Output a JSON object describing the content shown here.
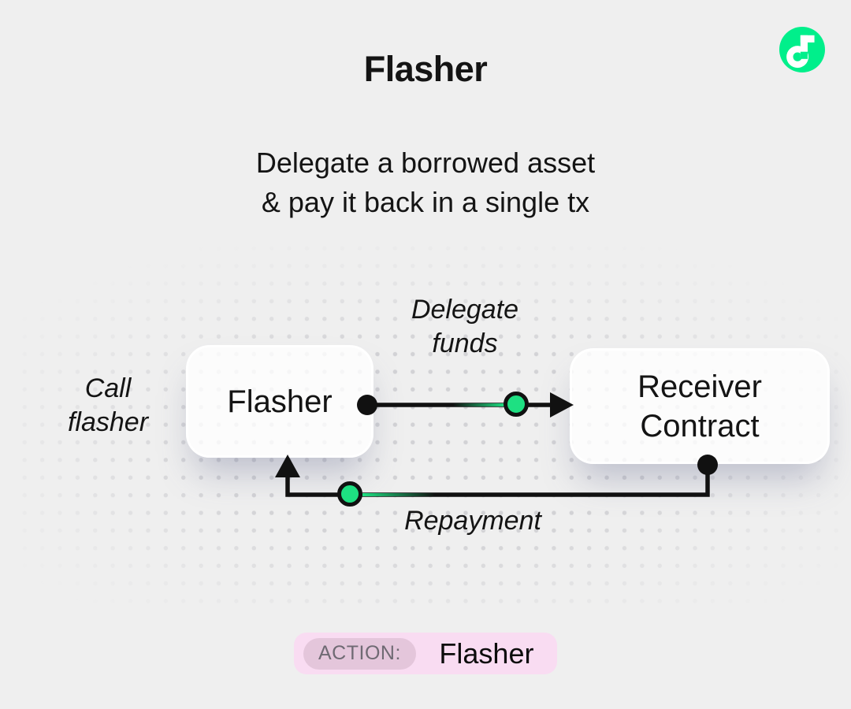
{
  "colors": {
    "background": "#EFEFEF",
    "flow_green": "#00EF8B",
    "marker_green": "#1EE082",
    "line_black": "#111111",
    "badge_bg": "#F9DCF2",
    "badge_label_bg": "#E4C6DB",
    "badge_label_text": "#6F6A73"
  },
  "header": {
    "title": "Flasher",
    "subtitle_line1": "Delegate a borrowed asset",
    "subtitle_line2": "& pay it back in a single tx"
  },
  "logo": {
    "icon": "flow-logo"
  },
  "diagram": {
    "call_label": {
      "line1": "Call",
      "line2": "flasher"
    },
    "nodes": {
      "flasher": {
        "label": "Flasher"
      },
      "receiver": {
        "line1": "Receiver",
        "line2": "Contract"
      }
    },
    "edges": {
      "delegate": {
        "line1": "Delegate",
        "line2": "funds"
      },
      "repayment": {
        "label": "Repayment"
      }
    }
  },
  "action_badge": {
    "label": "ACTION:",
    "value": "Flasher"
  }
}
